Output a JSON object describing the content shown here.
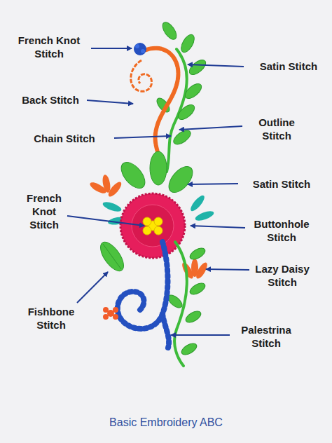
{
  "diagram": {
    "caption": "Basic Embroidery ABC",
    "labels": [
      "French Knot Stitch",
      "Satin Stitch",
      "Back Stitch",
      "Chain Stitch",
      "Outline Stitch",
      "French Knot Stitch",
      "Satin Stitch",
      "Buttonhole Stitch",
      "Lazy Daisy Stitch",
      "Fishbone Stitch",
      "Palestrina Stitch"
    ]
  }
}
